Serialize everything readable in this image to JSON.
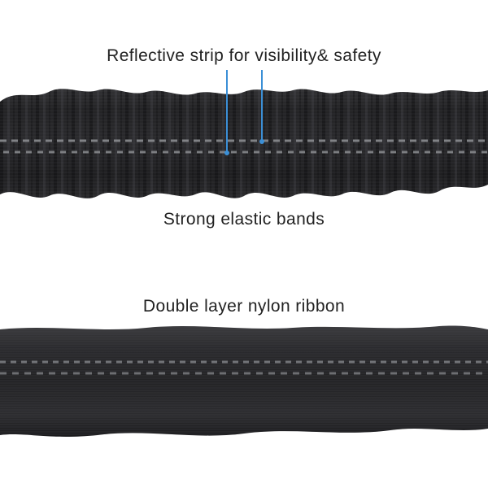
{
  "labels": {
    "reflective": "Reflective strip for visibility& safety",
    "elastic": "Strong elastic bands",
    "nylon": "Double layer nylon ribbon"
  },
  "colors": {
    "webbing_dark": "#1c1c1e",
    "webbing_mid": "#2b2b2e",
    "webbing_light": "#3a3a3d",
    "reflective_stitch": "#8a8c90",
    "pointer_line": "#3b8fd6",
    "text": "#222222"
  },
  "icons": {
    "pointer": "blue-pointer-line"
  }
}
